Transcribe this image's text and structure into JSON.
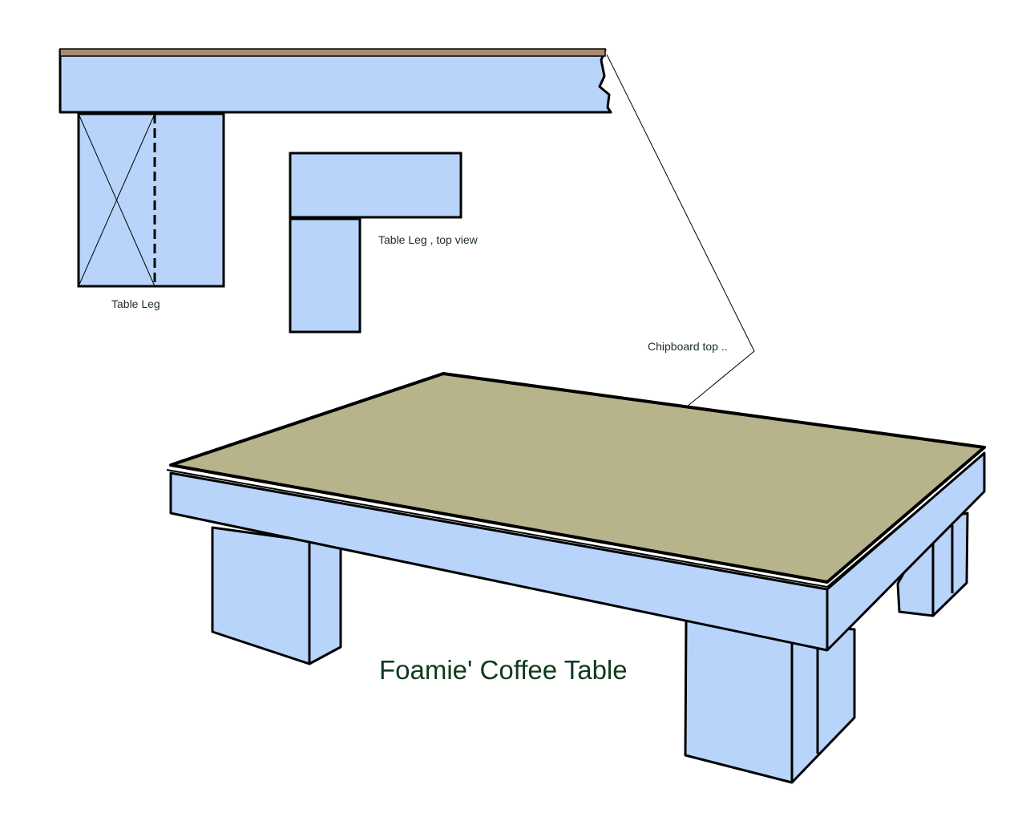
{
  "labels": {
    "table_leg": "Table Leg",
    "table_leg_top_view": "Table Leg , top view",
    "chipboard_top": "Chipboard top ..",
    "title": "Foamie' Coffee Table"
  },
  "colors": {
    "foam_blue": "#b8d4fa",
    "chipboard": "#b7b38a",
    "chipboard_edge": "#a88a6c",
    "outline": "#000000",
    "title_text": "#0f3a1e"
  }
}
